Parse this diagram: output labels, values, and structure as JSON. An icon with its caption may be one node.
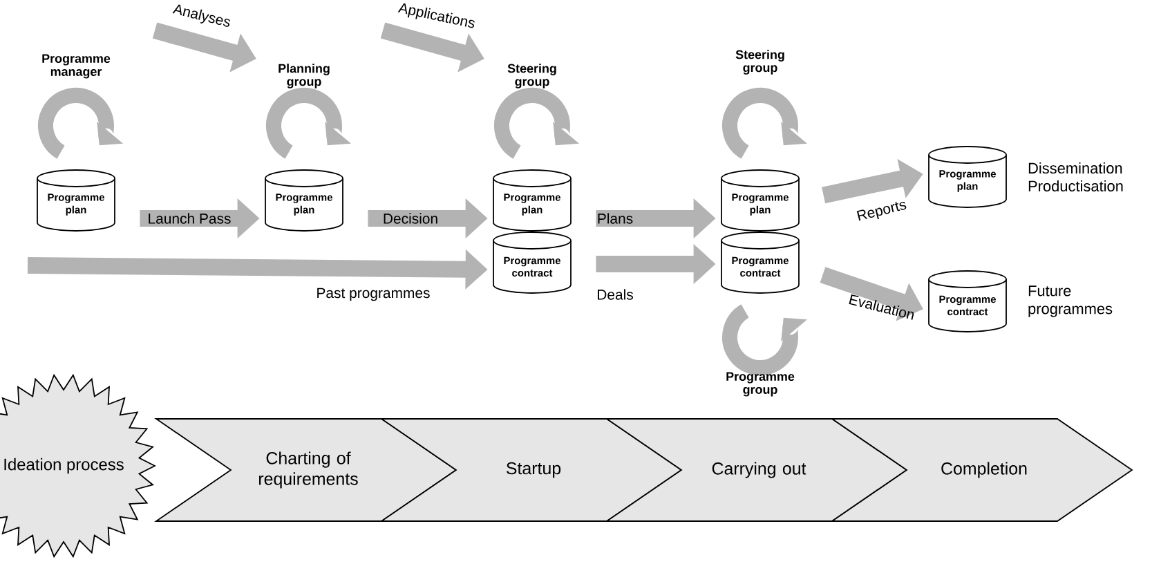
{
  "diagram": {
    "nodes": [
      {
        "text": [
          "Programme plan"
        ]
      },
      {
        "text": [
          "Programme plan"
        ]
      },
      {
        "text": [
          "Programme plan"
        ]
      },
      {
        "text": [
          "Programme contract"
        ]
      },
      {
        "text": [
          "Programme plan"
        ]
      },
      {
        "text": [
          "Programme contract"
        ]
      },
      {
        "text": [
          "Programme plan"
        ],
        "beside": [
          "Dissemination Productisation"
        ]
      },
      {
        "text": [
          "Programme contract"
        ],
        "beside": [
          "Future programmes"
        ]
      },
      {
        "text": [
          "Ideation process"
        ]
      },
      {
        "text": [
          "Charting of requirements"
        ]
      },
      {
        "text": [
          "Startup"
        ]
      },
      {
        "text": [
          "Carrying out"
        ]
      },
      {
        "text": [
          "Completion"
        ]
      },
      {
        "text": [
          "Planning group"
        ]
      },
      {
        "text": [
          "Steering group"
        ]
      }
    ],
    "labels": [
      "Programme manager",
      "Steering group",
      "Programme group"
    ],
    "edges": [
      {
        "from": null,
        "to": 13,
        "arrow": "to",
        "label": "Analyses"
      },
      {
        "from": null,
        "to": 14,
        "arrow": "to",
        "label": "Applications"
      },
      {
        "from": 0,
        "to": 1,
        "arrow": "to",
        "label": "Launch Pass"
      },
      {
        "from": 1,
        "to": 2,
        "arrow": "to",
        "label": "Decision"
      },
      {
        "from": null,
        "to": 3,
        "arrow": "to",
        "label": "Past programmes"
      },
      {
        "from": 2,
        "to": 4,
        "arrow": "to",
        "label": "Plans"
      },
      {
        "from": 3,
        "to": 5,
        "arrow": "to",
        "label": "Deals"
      },
      {
        "from": 4,
        "to": 6,
        "arrow": "to",
        "label": "Reports"
      },
      {
        "from": 5,
        "to": 7,
        "arrow": "to",
        "label": "Evaluation"
      }
    ]
  }
}
